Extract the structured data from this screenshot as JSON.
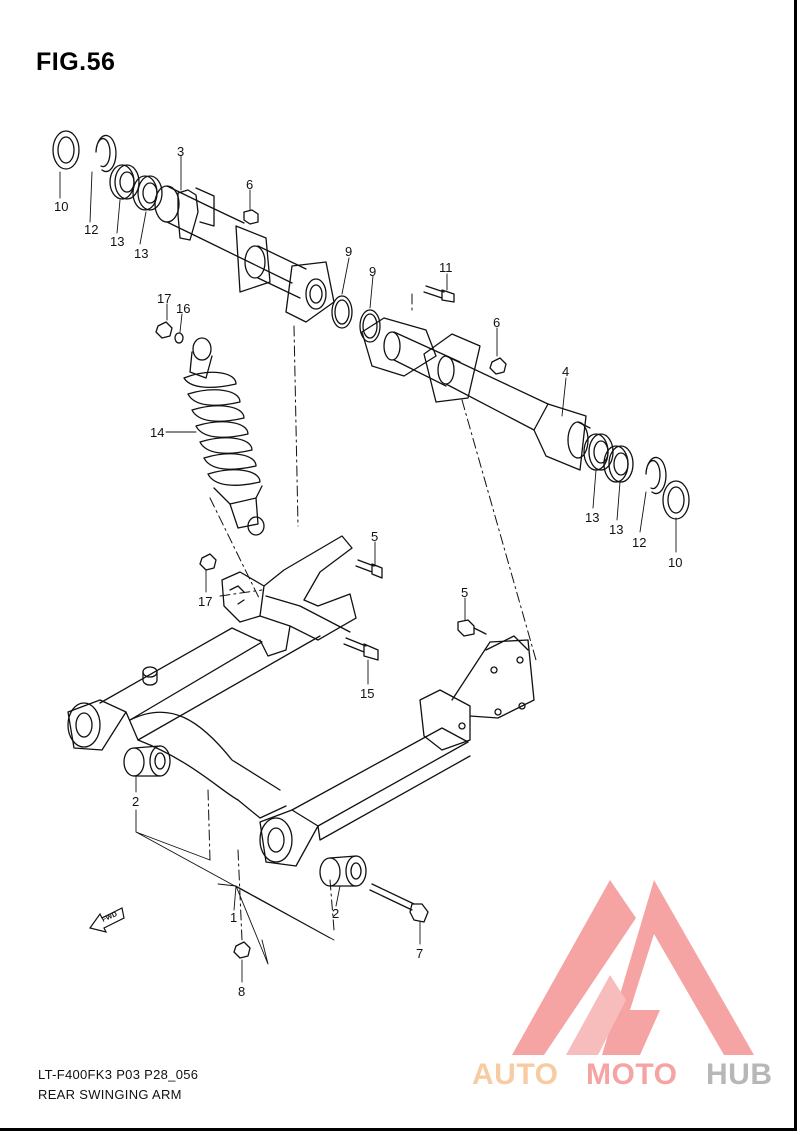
{
  "figure": {
    "title": "FIG.56"
  },
  "footer": {
    "model_code": "LT-F400FK3 P03 P28_056",
    "assembly_name": "REAR SWINGING ARM"
  },
  "parts": [
    {
      "key": "p10a",
      "label": "10"
    },
    {
      "key": "p12a",
      "label": "12"
    },
    {
      "key": "p13a",
      "label": "13"
    },
    {
      "key": "p13b",
      "label": "13"
    },
    {
      "key": "p3",
      "label": "3"
    },
    {
      "key": "p6a",
      "label": "6"
    },
    {
      "key": "p9a",
      "label": "9"
    },
    {
      "key": "p9b",
      "label": "9"
    },
    {
      "key": "p11",
      "label": "11"
    },
    {
      "key": "p6b",
      "label": "6"
    },
    {
      "key": "p4",
      "label": "4"
    },
    {
      "key": "p17a",
      "label": "17"
    },
    {
      "key": "p16",
      "label": "16"
    },
    {
      "key": "p14",
      "label": "14"
    },
    {
      "key": "p13c",
      "label": "13"
    },
    {
      "key": "p13d",
      "label": "13"
    },
    {
      "key": "p12b",
      "label": "12"
    },
    {
      "key": "p10b",
      "label": "10"
    },
    {
      "key": "p5a",
      "label": "5"
    },
    {
      "key": "p17b",
      "label": "17"
    },
    {
      "key": "p5b",
      "label": "5"
    },
    {
      "key": "p15",
      "label": "15"
    },
    {
      "key": "p2a",
      "label": "2"
    },
    {
      "key": "p1",
      "label": "1"
    },
    {
      "key": "p2b",
      "label": "2"
    },
    {
      "key": "p7",
      "label": "7"
    },
    {
      "key": "p8",
      "label": "8"
    }
  ],
  "fwd_arrow": {
    "label": "FWD"
  },
  "watermark": {
    "word_a": "AUTO",
    "word_b": "MOTO",
    "word_c": "HUB",
    "color_light": "#f7c79a",
    "color_pink": "#f49a9a",
    "color_gray": "#b0b0b0"
  }
}
